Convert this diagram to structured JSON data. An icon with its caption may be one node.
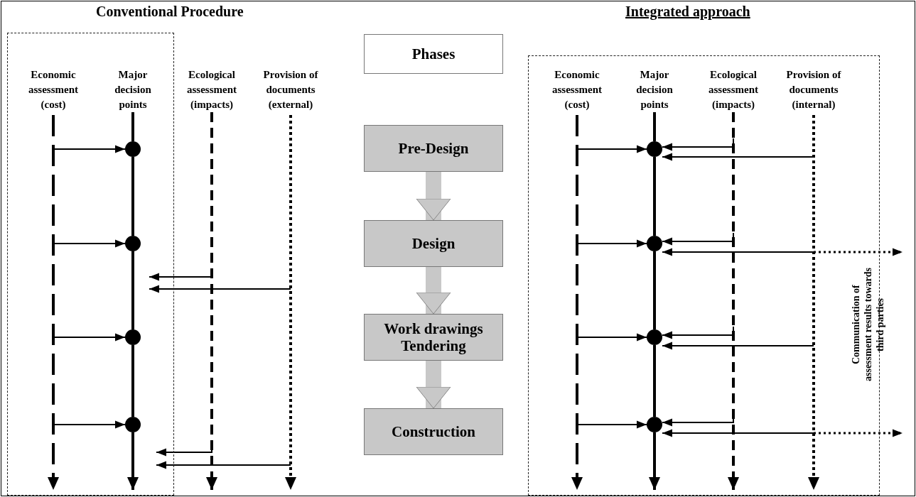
{
  "diagram": {
    "nodes": [
      {
        "text": [
          "Conventional Procedure"
        ]
      },
      {
        "text": [
          "Economic assessment (cost)"
        ],
        "in": 0
      },
      {
        "text": [
          "Major decision points"
        ],
        "in": 0
      },
      {
        "text": [
          "Ecological assessment (impacts)"
        ]
      },
      {
        "text": [
          "Provision of documents (external)"
        ]
      },
      {
        "text": [
          "Phases"
        ]
      },
      {
        "text": [
          "Pre-Design"
        ]
      },
      {
        "text": [
          "Design"
        ]
      },
      {
        "text": [
          "Work drawings Tendering"
        ]
      },
      {
        "text": [
          "Construction"
        ]
      },
      {
        "text": [
          "Integrated approach"
        ]
      },
      {
        "text": [
          "Economic assessment (cost)"
        ],
        "in": 10
      },
      {
        "text": [
          "Major decision points"
        ],
        "in": 10
      },
      {
        "text": [
          "Ecological assessment (impacts)"
        ],
        "in": 10
      },
      {
        "text": [
          "Provision of documents (internal)"
        ],
        "in": 10
      },
      {
        "text": [],
        "shape": "circle",
        "in": 0
      },
      {
        "text": [],
        "shape": "circle",
        "in": 0
      },
      {
        "text": [],
        "shape": "circle",
        "in": 0
      },
      {
        "text": [],
        "shape": "circle",
        "in": 0
      },
      {
        "text": [],
        "shape": "circle",
        "in": 10
      },
      {
        "text": [],
        "shape": "circle",
        "in": 10
      },
      {
        "text": [],
        "shape": "circle",
        "in": 10
      },
      {
        "text": [],
        "shape": "circle",
        "in": 10
      }
    ],
    "edges": [
      {
        "from": 2,
        "to": 15,
        "arrow": "none",
        "style": "thick"
      },
      {
        "from": 15,
        "to": 16,
        "arrow": "none",
        "style": "thick"
      },
      {
        "from": 16,
        "to": 17,
        "arrow": "none",
        "style": "thick"
      },
      {
        "from": 17,
        "to": 18,
        "arrow": "none",
        "style": "thick"
      },
      {
        "from": 18,
        "to": null,
        "arrow": "to",
        "style": "thick"
      },
      {
        "from": 3,
        "to": null,
        "arrow": "to",
        "style": "dashed"
      },
      {
        "from": 1,
        "to": 15,
        "arrow": "to"
      },
      {
        "from": 1,
        "to": 16,
        "arrow": "to"
      },
      {
        "from": 1,
        "to": 17,
        "arrow": "to"
      },
      {
        "from": 1,
        "to": 18,
        "arrow": "to"
      },
      {
        "from": 3,
        "to": 0,
        "arrow": "to"
      },
      {
        "from": 4,
        "to": 0,
        "arrow": "to"
      },
      {
        "from": 3,
        "to": 0,
        "arrow": "to"
      },
      {
        "from": 4,
        "to": 0,
        "arrow": "to"
      },
      {
        "from": 6,
        "to": 7,
        "arrow": "to",
        "style": "thick",
        "color": "#c8c8c8"
      },
      {
        "from": 7,
        "to": 8,
        "arrow": "to",
        "style": "thick",
        "color": "#c8c8c8"
      },
      {
        "from": 8,
        "to": 9,
        "arrow": "to",
        "style": "thick",
        "color": "#c8c8c8"
      },
      {
        "from": 12,
        "to": 19,
        "arrow": "none",
        "style": "thick"
      },
      {
        "from": 19,
        "to": 20,
        "arrow": "none",
        "style": "thick"
      },
      {
        "from": 20,
        "to": 21,
        "arrow": "none",
        "style": "thick"
      },
      {
        "from": 21,
        "to": 22,
        "arrow": "none",
        "style": "thick"
      },
      {
        "from": 22,
        "to": null,
        "arrow": "to",
        "style": "thick"
      },
      {
        "from": 13,
        "to": null,
        "arrow": "to",
        "style": "dashed"
      },
      {
        "from": 11,
        "to": 19,
        "arrow": "to"
      },
      {
        "from": 13,
        "to": 19,
        "arrow": "to"
      },
      {
        "from": 14,
        "to": 19,
        "arrow": "to"
      },
      {
        "from": 11,
        "to": 20,
        "arrow": "to"
      },
      {
        "from": 13,
        "to": 20,
        "arrow": "to"
      },
      {
        "from": 14,
        "to": 20,
        "arrow": "to"
      },
      {
        "from": 14,
        "to": null,
        "arrow": "to",
        "style": "dashed"
      },
      {
        "from": 11,
        "to": 21,
        "arrow": "to"
      },
      {
        "from": 13,
        "to": 21,
        "arrow": "to"
      },
      {
        "from": 14,
        "to": 21,
        "arrow": "to"
      },
      {
        "from": 11,
        "to": 22,
        "arrow": "to"
      },
      {
        "from": 13,
        "to": 22,
        "arrow": "to"
      },
      {
        "from": 14,
        "to": 22,
        "arrow": "to"
      },
      {
        "from": 14,
        "to": null,
        "arrow": "to",
        "style": "dashed"
      }
    ],
    "labels": [
      "Communication of assessment results towards third parties"
    ]
  }
}
